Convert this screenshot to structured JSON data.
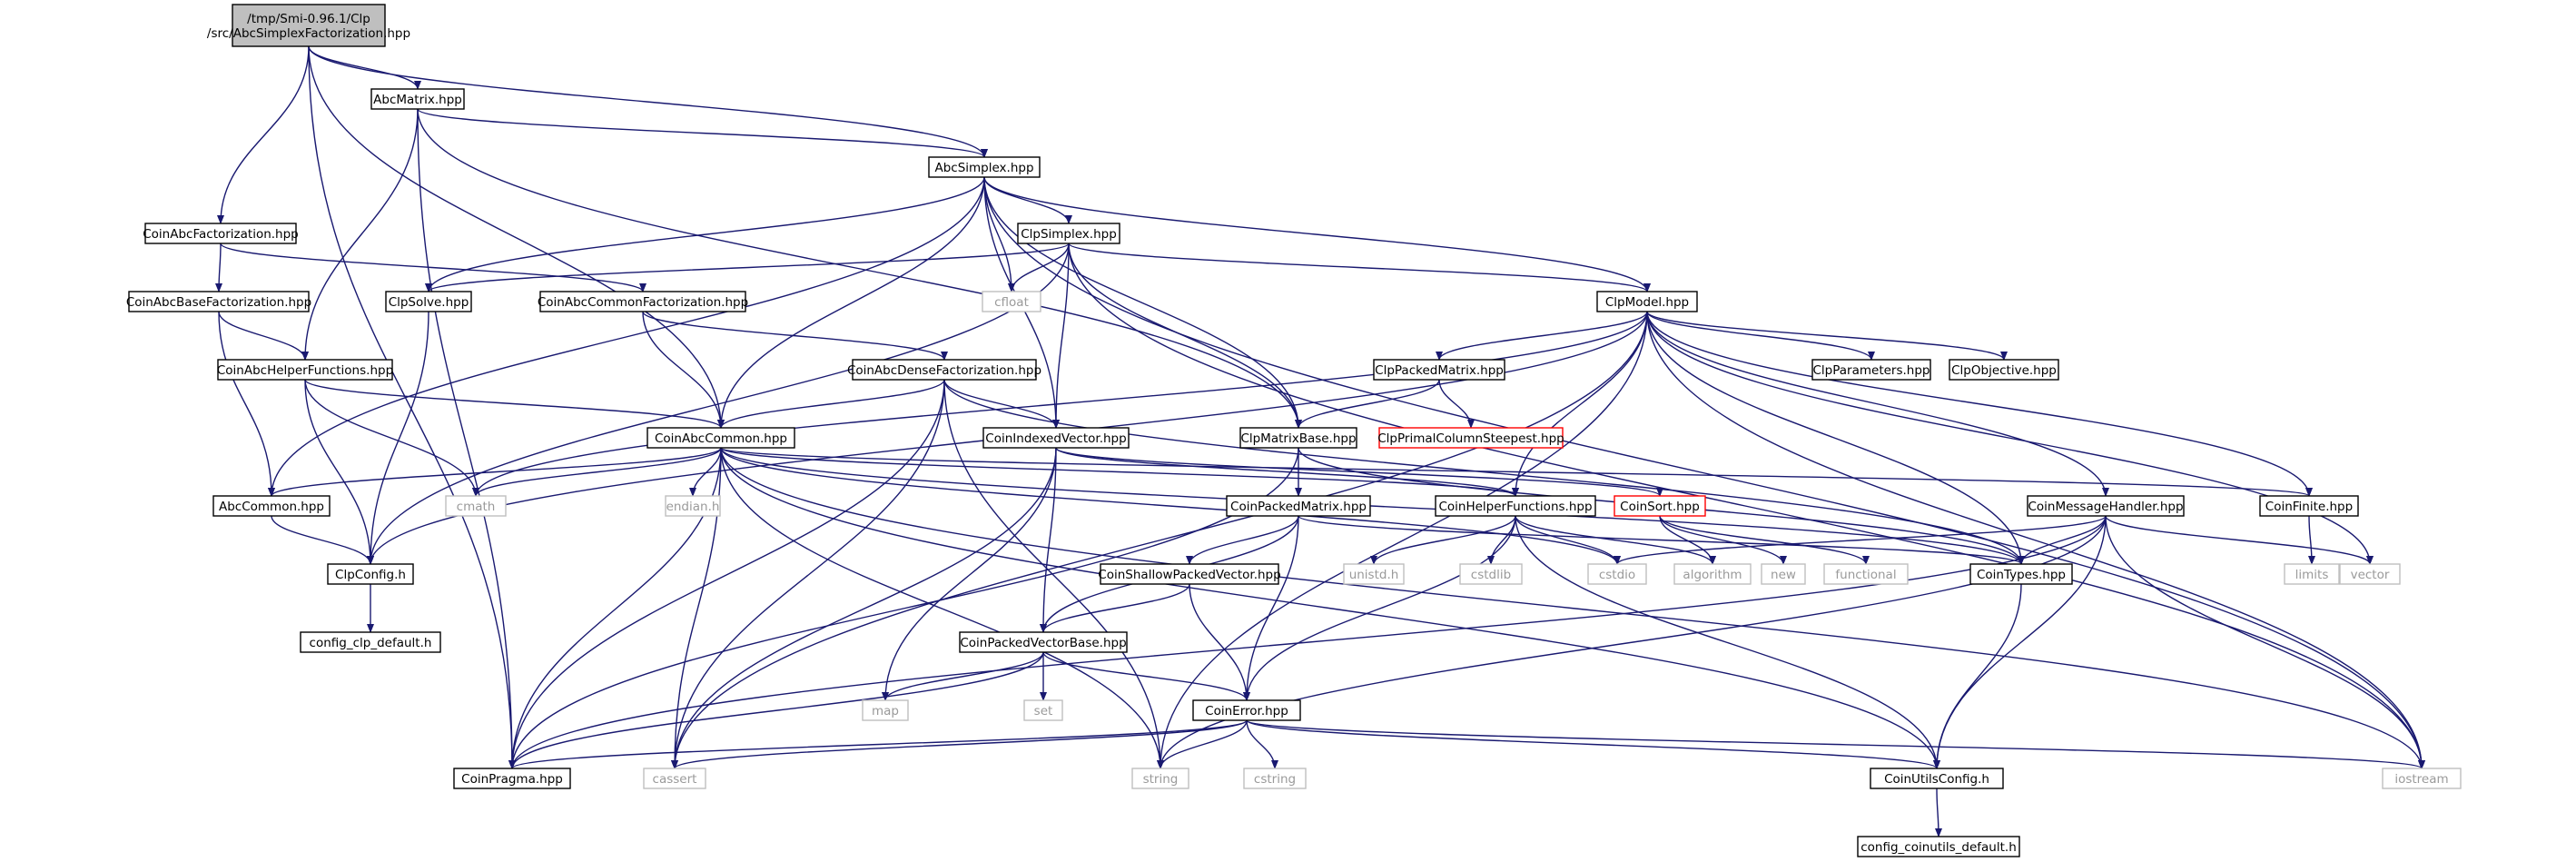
{
  "colors": {
    "edge": "#191970",
    "box_border": "#000000",
    "box_fill": "#ffffff",
    "root_fill": "#bfbfbf",
    "root_border": "#000000",
    "external_text": "#9a9a9a",
    "external_border": "#bfbfbf",
    "truncated_border": "#ff0000"
  },
  "nodes": {
    "root": {
      "lines": [
        "/tmp/Smi-0.96.1/Clp",
        "/src/AbcSimplexFactorization.hpp"
      ],
      "kind": "root"
    },
    "abcmatrix": {
      "lines": [
        "AbcMatrix.hpp"
      ],
      "kind": "normal"
    },
    "abcsimplex": {
      "lines": [
        "AbcSimplex.hpp"
      ],
      "kind": "normal"
    },
    "coinabcfactorization": {
      "lines": [
        "CoinAbcFactorization.hpp"
      ],
      "kind": "normal"
    },
    "clpsimplex": {
      "lines": [
        "ClpSimplex.hpp"
      ],
      "kind": "normal"
    },
    "coinabcbasefactorization": {
      "lines": [
        "CoinAbcBaseFactorization.hpp"
      ],
      "kind": "normal"
    },
    "clpsolve": {
      "lines": [
        "ClpSolve.hpp"
      ],
      "kind": "normal"
    },
    "coinabccommonfactorization": {
      "lines": [
        "CoinAbcCommonFactorization.hpp"
      ],
      "kind": "normal"
    },
    "cfloat": {
      "lines": [
        "cfloat"
      ],
      "kind": "external"
    },
    "clpmodel": {
      "lines": [
        "ClpModel.hpp"
      ],
      "kind": "normal"
    },
    "coinabchelperfunctions": {
      "lines": [
        "CoinAbcHelperFunctions.hpp"
      ],
      "kind": "normal"
    },
    "coinabcdensefactorization": {
      "lines": [
        "CoinAbcDenseFactorization.hpp"
      ],
      "kind": "normal"
    },
    "clppackedmatrix": {
      "lines": [
        "ClpPackedMatrix.hpp"
      ],
      "kind": "normal"
    },
    "clpparameters": {
      "lines": [
        "ClpParameters.hpp"
      ],
      "kind": "normal"
    },
    "clpobjective": {
      "lines": [
        "ClpObjective.hpp"
      ],
      "kind": "normal"
    },
    "coinabccommon": {
      "lines": [
        "CoinAbcCommon.hpp"
      ],
      "kind": "normal"
    },
    "coinindexedvector": {
      "lines": [
        "CoinIndexedVector.hpp"
      ],
      "kind": "normal"
    },
    "clpmatrixbase": {
      "lines": [
        "ClpMatrixBase.hpp"
      ],
      "kind": "normal"
    },
    "clpprimalcolumnsteepest": {
      "lines": [
        "ClpPrimalColumnSteepest.hpp"
      ],
      "kind": "truncated"
    },
    "abccommon": {
      "lines": [
        "AbcCommon.hpp"
      ],
      "kind": "normal"
    },
    "cmath": {
      "lines": [
        "cmath"
      ],
      "kind": "external"
    },
    "endian": {
      "lines": [
        "endian.h"
      ],
      "kind": "external"
    },
    "coinpackedmatrix": {
      "lines": [
        "CoinPackedMatrix.hpp"
      ],
      "kind": "normal"
    },
    "coinhelperfunctions": {
      "lines": [
        "CoinHelperFunctions.hpp"
      ],
      "kind": "normal"
    },
    "coinsort": {
      "lines": [
        "CoinSort.hpp"
      ],
      "kind": "truncated"
    },
    "coinmessagehandler": {
      "lines": [
        "CoinMessageHandler.hpp"
      ],
      "kind": "normal"
    },
    "coinfinite": {
      "lines": [
        "CoinFinite.hpp"
      ],
      "kind": "normal"
    },
    "clpconfig": {
      "lines": [
        "ClpConfig.h"
      ],
      "kind": "normal"
    },
    "coinshallowpackedvector": {
      "lines": [
        "CoinShallowPackedVector.hpp"
      ],
      "kind": "normal"
    },
    "unistd": {
      "lines": [
        "unistd.h"
      ],
      "kind": "external"
    },
    "cstdlib": {
      "lines": [
        "cstdlib"
      ],
      "kind": "external"
    },
    "cstdio": {
      "lines": [
        "cstdio"
      ],
      "kind": "external"
    },
    "algorithm": {
      "lines": [
        "algorithm"
      ],
      "kind": "external"
    },
    "new": {
      "lines": [
        "new"
      ],
      "kind": "external"
    },
    "functional": {
      "lines": [
        "functional"
      ],
      "kind": "external"
    },
    "cointypes": {
      "lines": [
        "CoinTypes.hpp"
      ],
      "kind": "normal"
    },
    "limits": {
      "lines": [
        "limits"
      ],
      "kind": "external"
    },
    "vector": {
      "lines": [
        "vector"
      ],
      "kind": "external"
    },
    "config_clp_default": {
      "lines": [
        "config_clp_default.h"
      ],
      "kind": "normal"
    },
    "coinpackedvectorbase": {
      "lines": [
        "CoinPackedVectorBase.hpp"
      ],
      "kind": "normal"
    },
    "map": {
      "lines": [
        "map"
      ],
      "kind": "external"
    },
    "set": {
      "lines": [
        "set"
      ],
      "kind": "external"
    },
    "coinerror": {
      "lines": [
        "CoinError.hpp"
      ],
      "kind": "normal"
    },
    "coinpragma": {
      "lines": [
        "CoinPragma.hpp"
      ],
      "kind": "normal"
    },
    "cassert": {
      "lines": [
        "cassert"
      ],
      "kind": "external"
    },
    "string": {
      "lines": [
        "string"
      ],
      "kind": "external"
    },
    "cstring": {
      "lines": [
        "cstring"
      ],
      "kind": "external"
    },
    "coinutilsconfig": {
      "lines": [
        "CoinUtilsConfig.h"
      ],
      "kind": "normal"
    },
    "iostream": {
      "lines": [
        "iostream"
      ],
      "kind": "external"
    },
    "config_coinutils_default": {
      "lines": [
        "config_coinutils_default.h"
      ],
      "kind": "normal"
    }
  },
  "edges": [
    [
      "root",
      "abcmatrix"
    ],
    [
      "root",
      "abcsimplex"
    ],
    [
      "root",
      "coinabcfactorization"
    ],
    [
      "root",
      "coinabccommon"
    ],
    [
      "root",
      "coinpragma"
    ],
    [
      "abcmatrix",
      "abcsimplex"
    ],
    [
      "abcmatrix",
      "clpmatrixbase"
    ],
    [
      "abcmatrix",
      "coinabchelperfunctions"
    ],
    [
      "abcmatrix",
      "coinpragma"
    ],
    [
      "abcsimplex",
      "clpsimplex"
    ],
    [
      "abcsimplex",
      "clpmodel"
    ],
    [
      "abcsimplex",
      "clpsolve"
    ],
    [
      "abcsimplex",
      "cfloat"
    ],
    [
      "abcsimplex",
      "coinabccommon"
    ],
    [
      "abcsimplex",
      "abccommon"
    ],
    [
      "abcsimplex",
      "coinindexedvector"
    ],
    [
      "abcsimplex",
      "clpmatrixbase"
    ],
    [
      "abcsimplex",
      "iostream"
    ],
    [
      "coinabcfactorization",
      "coinabcbasefactorization"
    ],
    [
      "coinabcfactorization",
      "coinabccommonfactorization"
    ],
    [
      "clpsimplex",
      "clpmodel"
    ],
    [
      "clpsimplex",
      "clpsolve"
    ],
    [
      "clpsimplex",
      "cfloat"
    ],
    [
      "clpsimplex",
      "clpconfig"
    ],
    [
      "clpsimplex",
      "coinindexedvector"
    ],
    [
      "clpsimplex",
      "clpmatrixbase"
    ],
    [
      "clpsimplex",
      "iostream"
    ],
    [
      "coinabcbasefactorization",
      "coinabchelperfunctions"
    ],
    [
      "coinabcbasefactorization",
      "abccommon"
    ],
    [
      "clpsolve",
      "clpconfig"
    ],
    [
      "coinabccommonfactorization",
      "coinabccommon"
    ],
    [
      "coinabccommonfactorization",
      "coinabcdensefactorization"
    ],
    [
      "clpmodel",
      "clppackedmatrix"
    ],
    [
      "clpmodel",
      "clpparameters"
    ],
    [
      "clpmodel",
      "clpobjective"
    ],
    [
      "clpmodel",
      "coinmessagehandler"
    ],
    [
      "clpmodel",
      "coinhelperfunctions"
    ],
    [
      "clpmodel",
      "cointypes"
    ],
    [
      "clpmodel",
      "coinfinite"
    ],
    [
      "clpmodel",
      "cmath"
    ],
    [
      "clpmodel",
      "vector"
    ],
    [
      "clpmodel",
      "iostream"
    ],
    [
      "clpmodel",
      "clpconfig"
    ],
    [
      "clpmodel",
      "cassert"
    ],
    [
      "clpmodel",
      "string"
    ],
    [
      "coinabchelperfunctions",
      "coinabccommon"
    ],
    [
      "coinabchelperfunctions",
      "cmath"
    ],
    [
      "coinabchelperfunctions",
      "clpconfig"
    ],
    [
      "coinabcdensefactorization",
      "coinabccommon"
    ],
    [
      "coinabcdensefactorization",
      "coinindexedvector"
    ],
    [
      "coinabcdensefactorization",
      "cassert"
    ],
    [
      "coinabcdensefactorization",
      "string"
    ],
    [
      "coinabcdensefactorization",
      "cointypes"
    ],
    [
      "coinabcdensefactorization",
      "coinpragma"
    ],
    [
      "clppackedmatrix",
      "clpmatrixbase"
    ],
    [
      "clppackedmatrix",
      "clpprimalcolumnsteepest"
    ],
    [
      "coinabccommon",
      "abccommon"
    ],
    [
      "coinabccommon",
      "cmath"
    ],
    [
      "coinabccommon",
      "endian"
    ],
    [
      "coinabccommon",
      "coinhelperfunctions"
    ],
    [
      "coinabccommon",
      "cointypes"
    ],
    [
      "coinabccommon",
      "coinfinite"
    ],
    [
      "coinabccommon",
      "cassert"
    ],
    [
      "coinabccommon",
      "string"
    ],
    [
      "coinabccommon",
      "coinpragma"
    ],
    [
      "coinabccommon",
      "cstdio"
    ],
    [
      "coinabccommon",
      "iostream"
    ],
    [
      "coinabccommon",
      "coinutilsconfig"
    ],
    [
      "coinindexedvector",
      "coinpackedvectorbase"
    ],
    [
      "coinindexedvector",
      "coinsort"
    ],
    [
      "coinindexedvector",
      "coinhelperfunctions"
    ],
    [
      "coinindexedvector",
      "map"
    ],
    [
      "coinindexedvector",
      "cassert"
    ],
    [
      "clpmatrixbase",
      "coinpackedmatrix"
    ],
    [
      "clpmatrixbase",
      "cointypes"
    ],
    [
      "clpmatrixbase",
      "coinpragma"
    ],
    [
      "abccommon",
      "clpconfig"
    ],
    [
      "coinpackedmatrix",
      "coinshallowpackedvector"
    ],
    [
      "coinpackedmatrix",
      "coinpackedvectorbase"
    ],
    [
      "coinpackedmatrix",
      "coinerror"
    ],
    [
      "coinpackedmatrix",
      "cointypes"
    ],
    [
      "coinhelperfunctions",
      "unistd"
    ],
    [
      "coinhelperfunctions",
      "cstdlib"
    ],
    [
      "coinhelperfunctions",
      "cstdio"
    ],
    [
      "coinhelperfunctions",
      "algorithm"
    ],
    [
      "coinhelperfunctions",
      "coinutilsconfig"
    ],
    [
      "coinhelperfunctions",
      "coinerror"
    ],
    [
      "coinsort",
      "algorithm"
    ],
    [
      "coinsort",
      "new"
    ],
    [
      "coinsort",
      "functional"
    ],
    [
      "coinmessagehandler",
      "cstdio"
    ],
    [
      "coinmessagehandler",
      "cointypes"
    ],
    [
      "coinmessagehandler",
      "vector"
    ],
    [
      "coinmessagehandler",
      "iostream"
    ],
    [
      "coinmessagehandler",
      "coinutilsconfig"
    ],
    [
      "coinmessagehandler",
      "string"
    ],
    [
      "coinmessagehandler",
      "coinpragma"
    ],
    [
      "coinfinite",
      "limits"
    ],
    [
      "clpconfig",
      "config_clp_default"
    ],
    [
      "coinshallowpackedvector",
      "coinpackedvectorbase"
    ],
    [
      "coinshallowpackedvector",
      "coinerror"
    ],
    [
      "cointypes",
      "coinutilsconfig"
    ],
    [
      "coinpackedvectorbase",
      "map"
    ],
    [
      "coinpackedvectorbase",
      "set"
    ],
    [
      "coinpackedvectorbase",
      "coinerror"
    ],
    [
      "coinpackedvectorbase",
      "coinpragma"
    ],
    [
      "coinerror",
      "coinpragma"
    ],
    [
      "coinerror",
      "cassert"
    ],
    [
      "coinerror",
      "string"
    ],
    [
      "coinerror",
      "cstring"
    ],
    [
      "coinerror",
      "coinutilsconfig"
    ],
    [
      "coinerror",
      "iostream"
    ],
    [
      "coinutilsconfig",
      "config_coinutils_default"
    ]
  ]
}
